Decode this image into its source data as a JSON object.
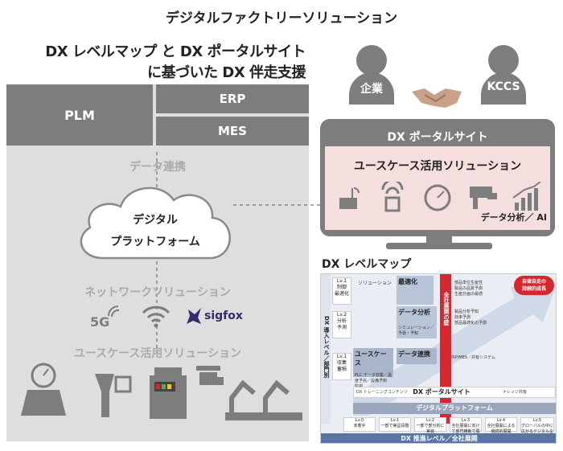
{
  "title": "デジタルファクトリーソリューション",
  "headline": [
    "DX レベルマップ と DX ポータルサイト",
    "に基づいた DX 伴走支援"
  ],
  "left": {
    "systems": {
      "plm": "PLM",
      "erp": "ERP",
      "mes": "MES"
    },
    "data_link": "データ連携",
    "cloud": [
      "デジタル",
      "プラットフォーム"
    ],
    "network_label": "ネットワークソリューション",
    "network": {
      "fiveg": "5G",
      "sigfox": "sigfox"
    },
    "usecase_label": "ユースケース活用ソリューション"
  },
  "right": {
    "company": "企業",
    "kccs": "KCCS",
    "portal_title": "DX ポータルサイト",
    "portal_sub": "ユースケース活用ソリューション",
    "analytics": "データ分析／ AI"
  },
  "levelmap": {
    "title": "DX レベルマップ",
    "wall": "全社展開の壁",
    "autonomy": [
      "自律自走の",
      "持続的成長"
    ],
    "left_axis": "DX 導入レベル／部門別",
    "bottom_axis": "DX 推進レベル／全社展開",
    "rows": [
      {
        "lv": "Lv.1",
        "a": "制御",
        "b": "最適化"
      },
      {
        "lv": "Lv.2",
        "a": "分析",
        "b": "予測"
      },
      {
        "lv": "Lv.1",
        "a": "収集",
        "b": "蓄積"
      }
    ],
    "blocks": {
      "solution": "ソリューション",
      "optimize": "最適化",
      "analysis": "データ分析",
      "simulation": "シミュレーション／予測・予知",
      "usecase": "ユースケース",
      "datalink": "データ連携",
      "plc": "PLC データ収集／温度予兆／設備予知 監視",
      "mes": "ERP/MES／共有システム",
      "training": "DX トレーニングコンテンツ",
      "portal": "DX ポータルサイト",
      "platform": "デジタルプラットフォーム",
      "knowledge": "ナレッジ共有"
    },
    "right_notes": [
      "部品単位生産性",
      "製品の品質予測",
      "生産計画の最適",
      "製品分析予知",
      "効率予測",
      "部品最適化の予測"
    ],
    "bottom_levels": [
      {
        "lv": "Lv.0",
        "t": "未着手"
      },
      {
        "lv": "Lv.1",
        "t": "一部で実証段階"
      },
      {
        "lv": "Lv.2",
        "t": "一部で部分的に実装"
      },
      {
        "lv": "Lv.3",
        "t": "全社展開に向けて部門横断で展開"
      },
      {
        "lv": "Lv.4",
        "t": "全社展開による継続的展開"
      },
      {
        "lv": "Lv.5",
        "t": "グローバルの中に広がるデジタル企業"
      }
    ]
  },
  "colors": {
    "gray": "#7d7d7d",
    "panel": "#dedede",
    "screen": "#f4dede",
    "red": "#d8262e",
    "blue": "#5874a8",
    "sigfox": "#3b2a6b"
  }
}
